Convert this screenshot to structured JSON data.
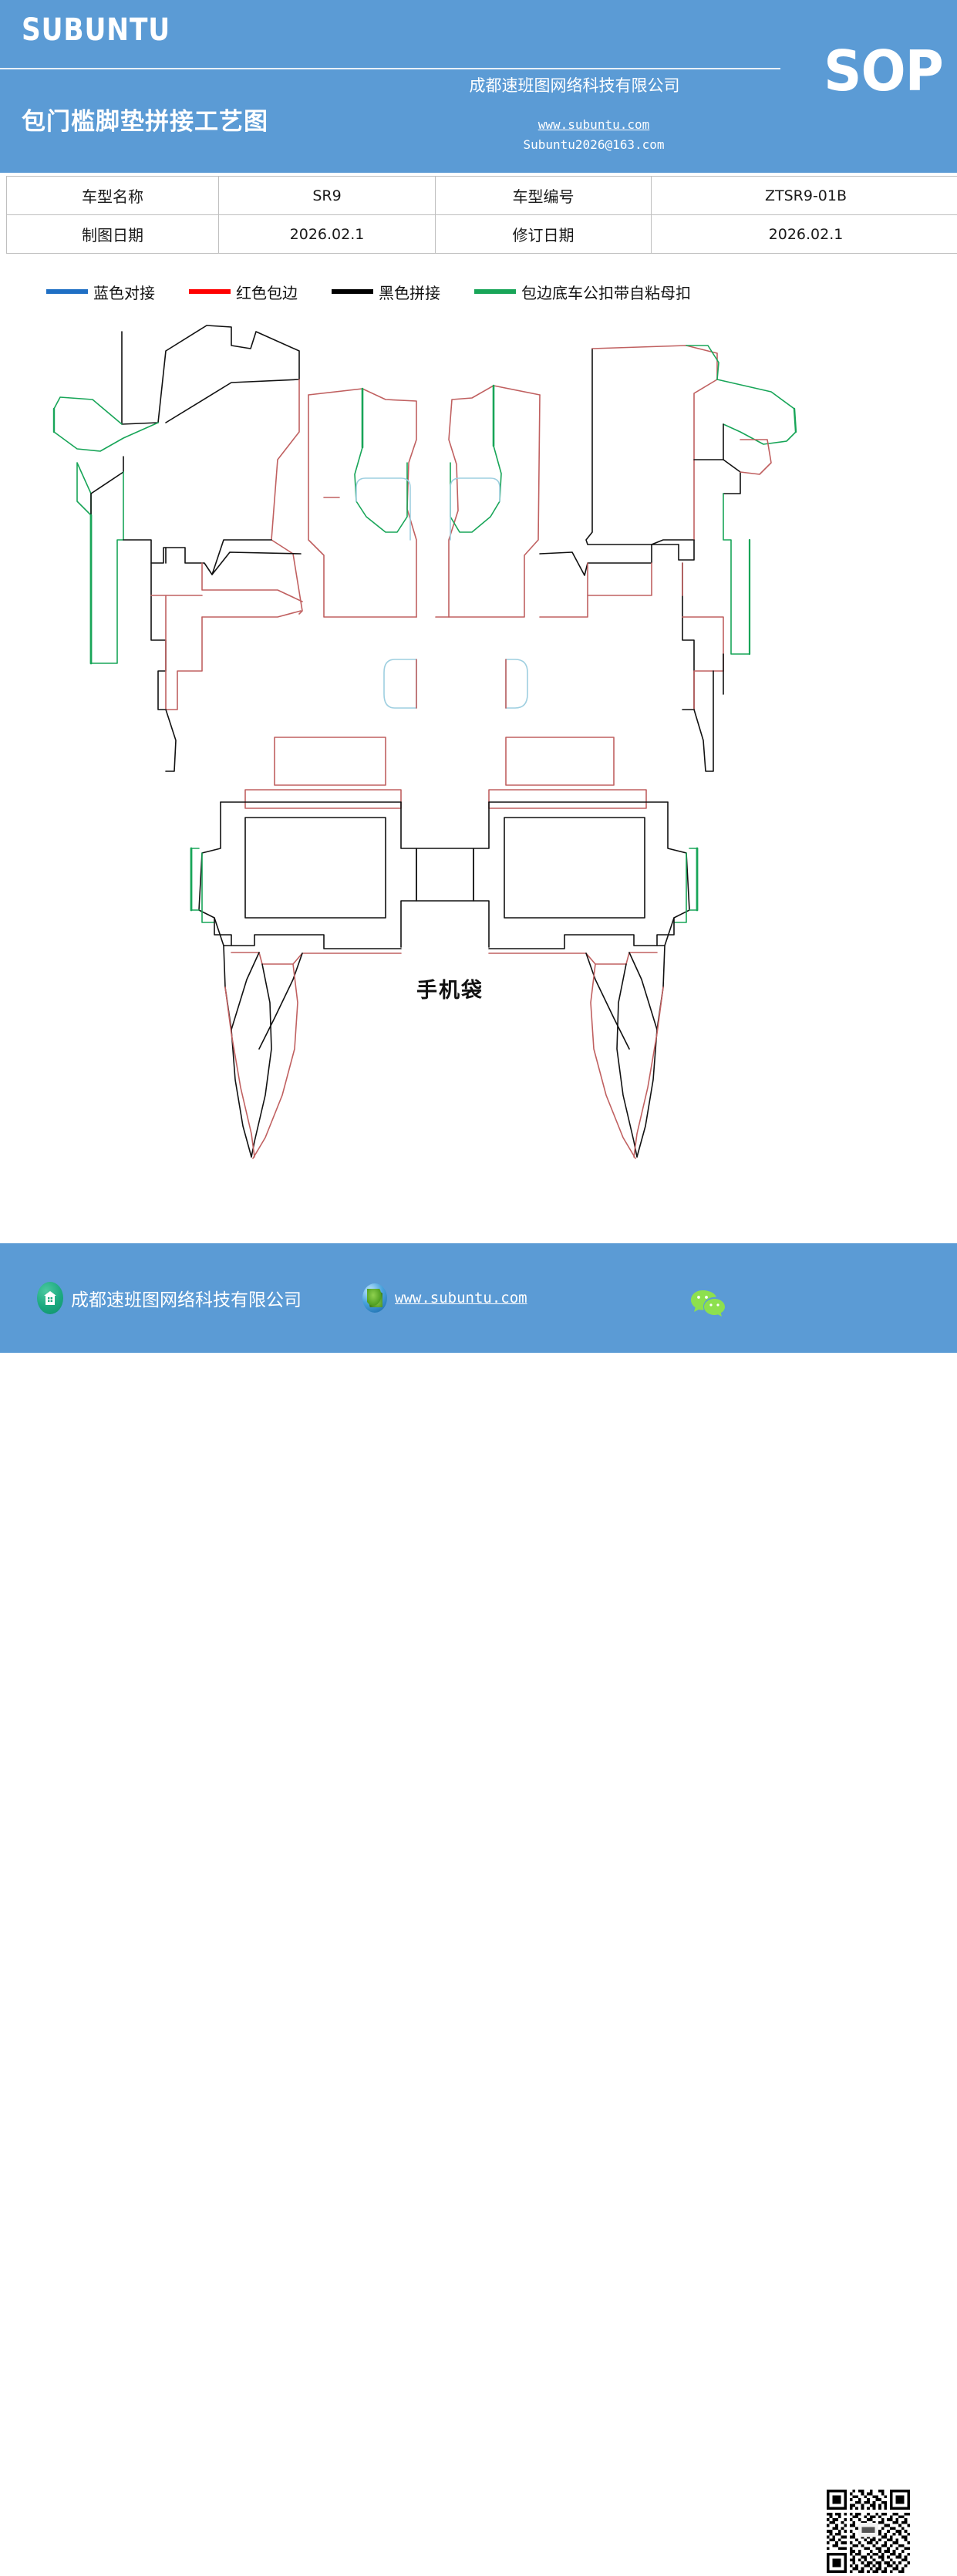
{
  "header": {
    "brand": "SUBUNTU",
    "doc_title": "包门槛脚垫拼接工艺图",
    "company": "成都速班图网络科技有限公司",
    "website": "www.subuntu.com",
    "email": "Subuntu2026@163.com",
    "badge": "SOP",
    "background_color": "#5b9bd5"
  },
  "info_table": {
    "rows": [
      {
        "label1": "车型名称",
        "value1": "SR9",
        "label2": "车型编号",
        "value2": "ZTSR9-01B"
      },
      {
        "label1": "制图日期",
        "value1": "2026.02.1",
        "label2": "修订日期",
        "value2": "2026.02.1"
      }
    ]
  },
  "legend": {
    "items": [
      {
        "color": "#1f6fc4",
        "label": "蓝色对接"
      },
      {
        "color": "#ff0000",
        "label": "红色包边"
      },
      {
        "color": "#000000",
        "label": "黑色拼接"
      },
      {
        "color": "#18a558",
        "label": "包边底车公扣带自粘母扣"
      }
    ]
  },
  "drawing": {
    "phone_pocket_label": "手机袋",
    "line_colors": {
      "blue_butt_joint": "#1f6fc4",
      "red_edging": "#c06060",
      "black_splice": "#111111",
      "green_hook_loop": "#18a558",
      "light_blue": "#9ecfe0"
    }
  },
  "footer": {
    "company": "成都速班图网络科技有限公司",
    "website": "www.subuntu.com",
    "home_icon_name": "home-icon",
    "globe_icon_name": "globe-icon",
    "wechat_icon_name": "wechat-icon",
    "qr_icon_name": "qr-code",
    "background_color": "#5b9bd5"
  }
}
